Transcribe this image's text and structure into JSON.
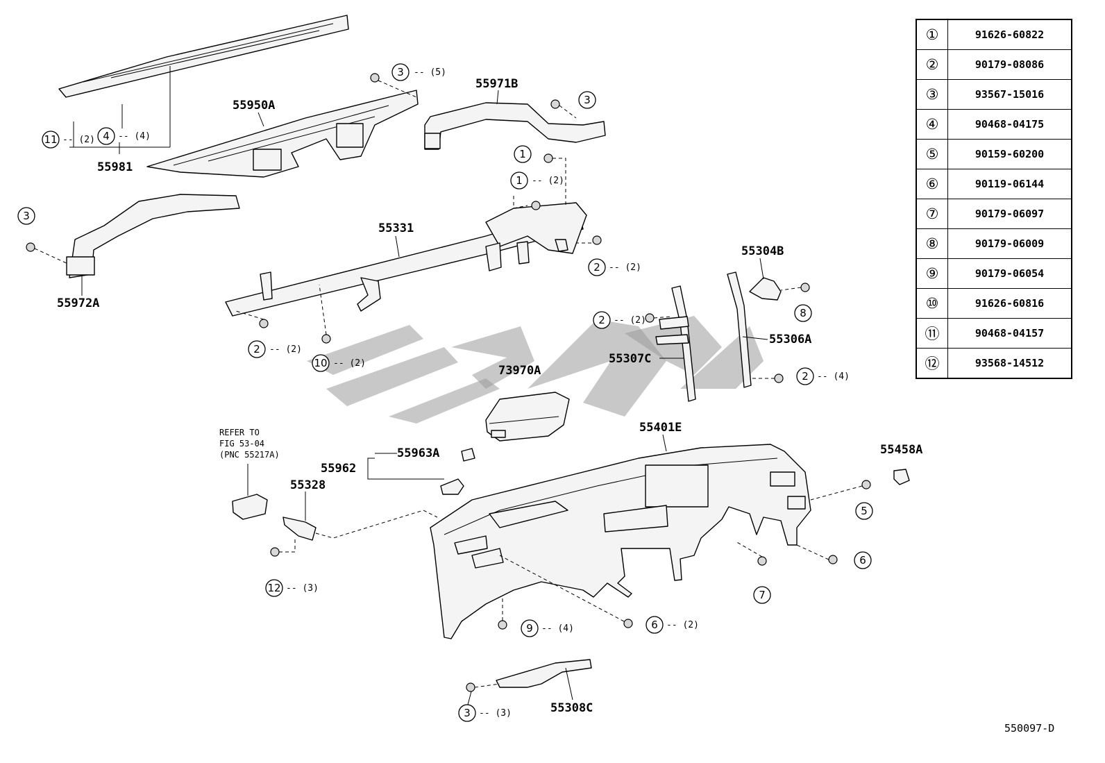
{
  "diagram": {
    "labels": {
      "p55950A": "55950A",
      "p55981": "55981",
      "p55971B": "55971B",
      "p55972A": "55972A",
      "p55331": "55331",
      "p55304B": "55304B",
      "p55306A": "55306A",
      "p55307C": "55307C",
      "p73970A": "73970A",
      "p55401E": "55401E",
      "p55458A": "55458A",
      "p55963A": "55963A",
      "p55962": "55962",
      "p55328": "55328",
      "p55308C": "55308C"
    },
    "refer_note": {
      "line1": "REFER TO",
      "line2": "FIG 53-04",
      "line3": "(PNC 55217A)"
    },
    "callouts": {
      "c3_top": {
        "num": "3",
        "qty": "-- (5)"
      },
      "c11": {
        "num": "11",
        "qty": "-- (2)"
      },
      "c4": {
        "num": "4",
        "qty": "-- (4)"
      },
      "c3_971": {
        "num": "3",
        "qty": ""
      },
      "c1_a": {
        "num": "1",
        "qty": ""
      },
      "c1_b": {
        "num": "1",
        "qty": "-- (2)"
      },
      "c3_left": {
        "num": "3",
        "qty": ""
      },
      "c2_bar_r": {
        "num": "2",
        "qty": "-- (2)"
      },
      "c2_bar_l": {
        "num": "2",
        "qty": "-- (2)"
      },
      "c10": {
        "num": "10",
        "qty": "-- (2)"
      },
      "c2_307": {
        "num": "2",
        "qty": "-- (2)"
      },
      "c8": {
        "num": "8",
        "qty": ""
      },
      "c2_306": {
        "num": "2",
        "qty": "-- (4)"
      },
      "c5": {
        "num": "5",
        "qty": ""
      },
      "c6_r": {
        "num": "6",
        "qty": ""
      },
      "c7": {
        "num": "7",
        "qty": ""
      },
      "c6_b": {
        "num": "6",
        "qty": "-- (2)"
      },
      "c9": {
        "num": "9",
        "qty": "-- (4)"
      },
      "c12": {
        "num": "12",
        "qty": "-- (3)"
      },
      "c3_bottom": {
        "num": "3",
        "qty": "-- (3)"
      }
    }
  },
  "parts_table": [
    {
      "index": "①",
      "part_no": "91626-60822"
    },
    {
      "index": "②",
      "part_no": "90179-08086"
    },
    {
      "index": "③",
      "part_no": "93567-15016"
    },
    {
      "index": "④",
      "part_no": "90468-04175"
    },
    {
      "index": "⑤",
      "part_no": "90159-60200"
    },
    {
      "index": "⑥",
      "part_no": "90119-06144"
    },
    {
      "index": "⑦",
      "part_no": "90179-06097"
    },
    {
      "index": "⑧",
      "part_no": "90179-06009"
    },
    {
      "index": "⑨",
      "part_no": "90179-06054"
    },
    {
      "index": "⑩",
      "part_no": "91626-60816"
    },
    {
      "index": "⑪",
      "part_no": "90468-04157"
    },
    {
      "index": "⑫",
      "part_no": "93568-14512"
    }
  ],
  "figure_code": "550097-D"
}
